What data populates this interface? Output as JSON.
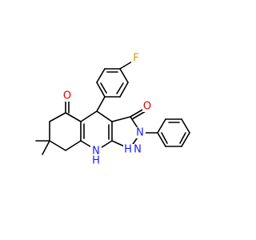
{
  "molecule": {
    "colors": {
      "O": "#e00000",
      "N": "#1a1aff",
      "F": "#c2a600",
      "bond": "#000000"
    },
    "labels": {
      "F": "F",
      "O_ketone": "O",
      "O_carbonyl": "O",
      "N_ring": "N",
      "NH_bottom": "H",
      "NH_bottom_N": "N",
      "NH_right_N": "N",
      "NH_right": "H"
    }
  }
}
